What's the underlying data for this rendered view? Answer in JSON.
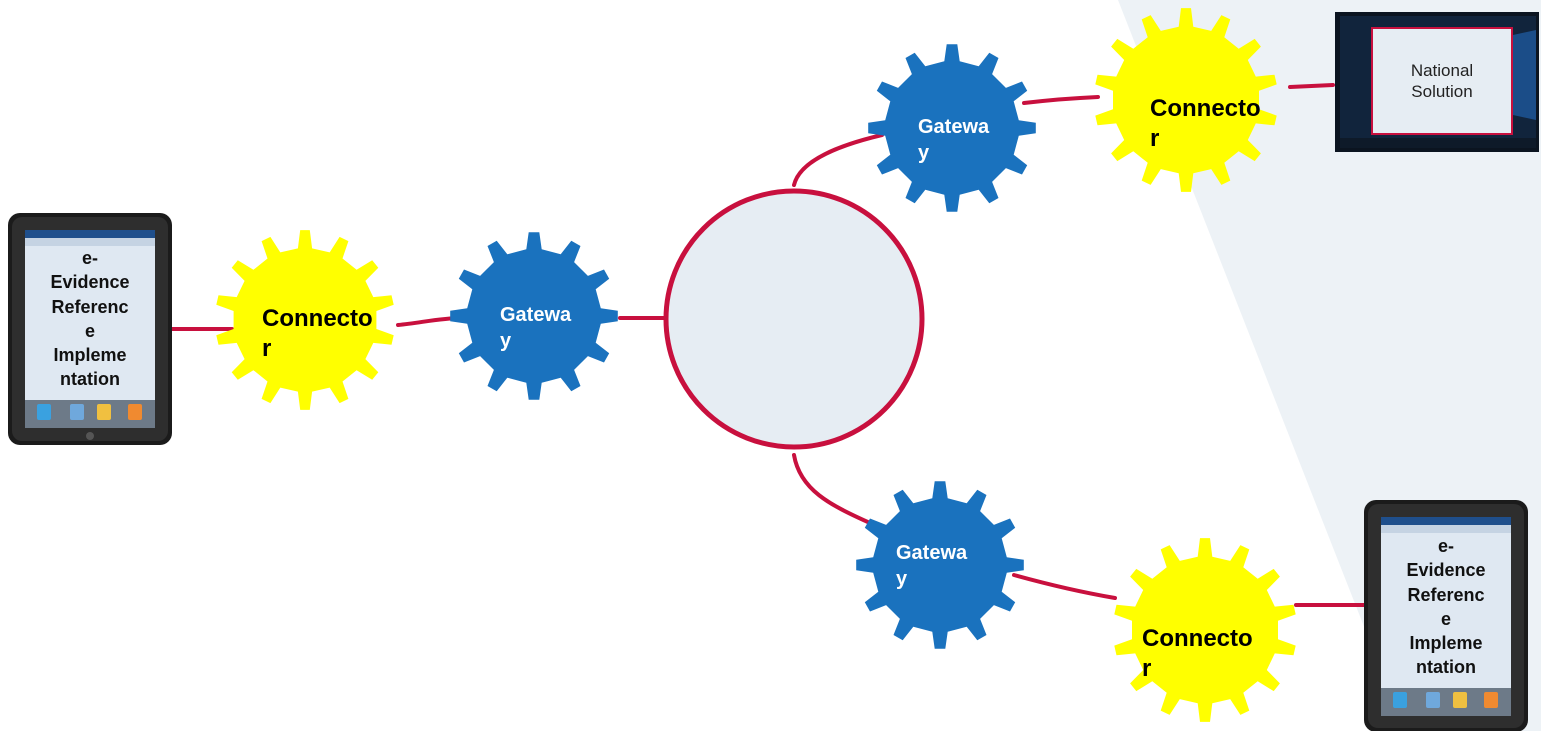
{
  "colors": {
    "connector_fill": "#ffff00",
    "gateway_fill": "#1a72be",
    "link_line": "#c8103e",
    "hub_fill": "#e6edf3",
    "backdrop": "#edf2f6"
  },
  "left_device": {
    "label": "e-\nEvidence\nReferenc\ne\nImpleme\nntation"
  },
  "right_device": {
    "label": "e-\nEvidence\nReferenc\ne\nImpleme\nntation"
  },
  "monitor": {
    "label": "National\nSolution"
  },
  "connectors": {
    "left": "Connecto\nr",
    "top": "Connecto\nr",
    "bottom": "Connecto\nr"
  },
  "gateways": {
    "left": "Gatewa\ny",
    "top": "Gatewa\ny",
    "bottom": "Gatewa\ny"
  }
}
